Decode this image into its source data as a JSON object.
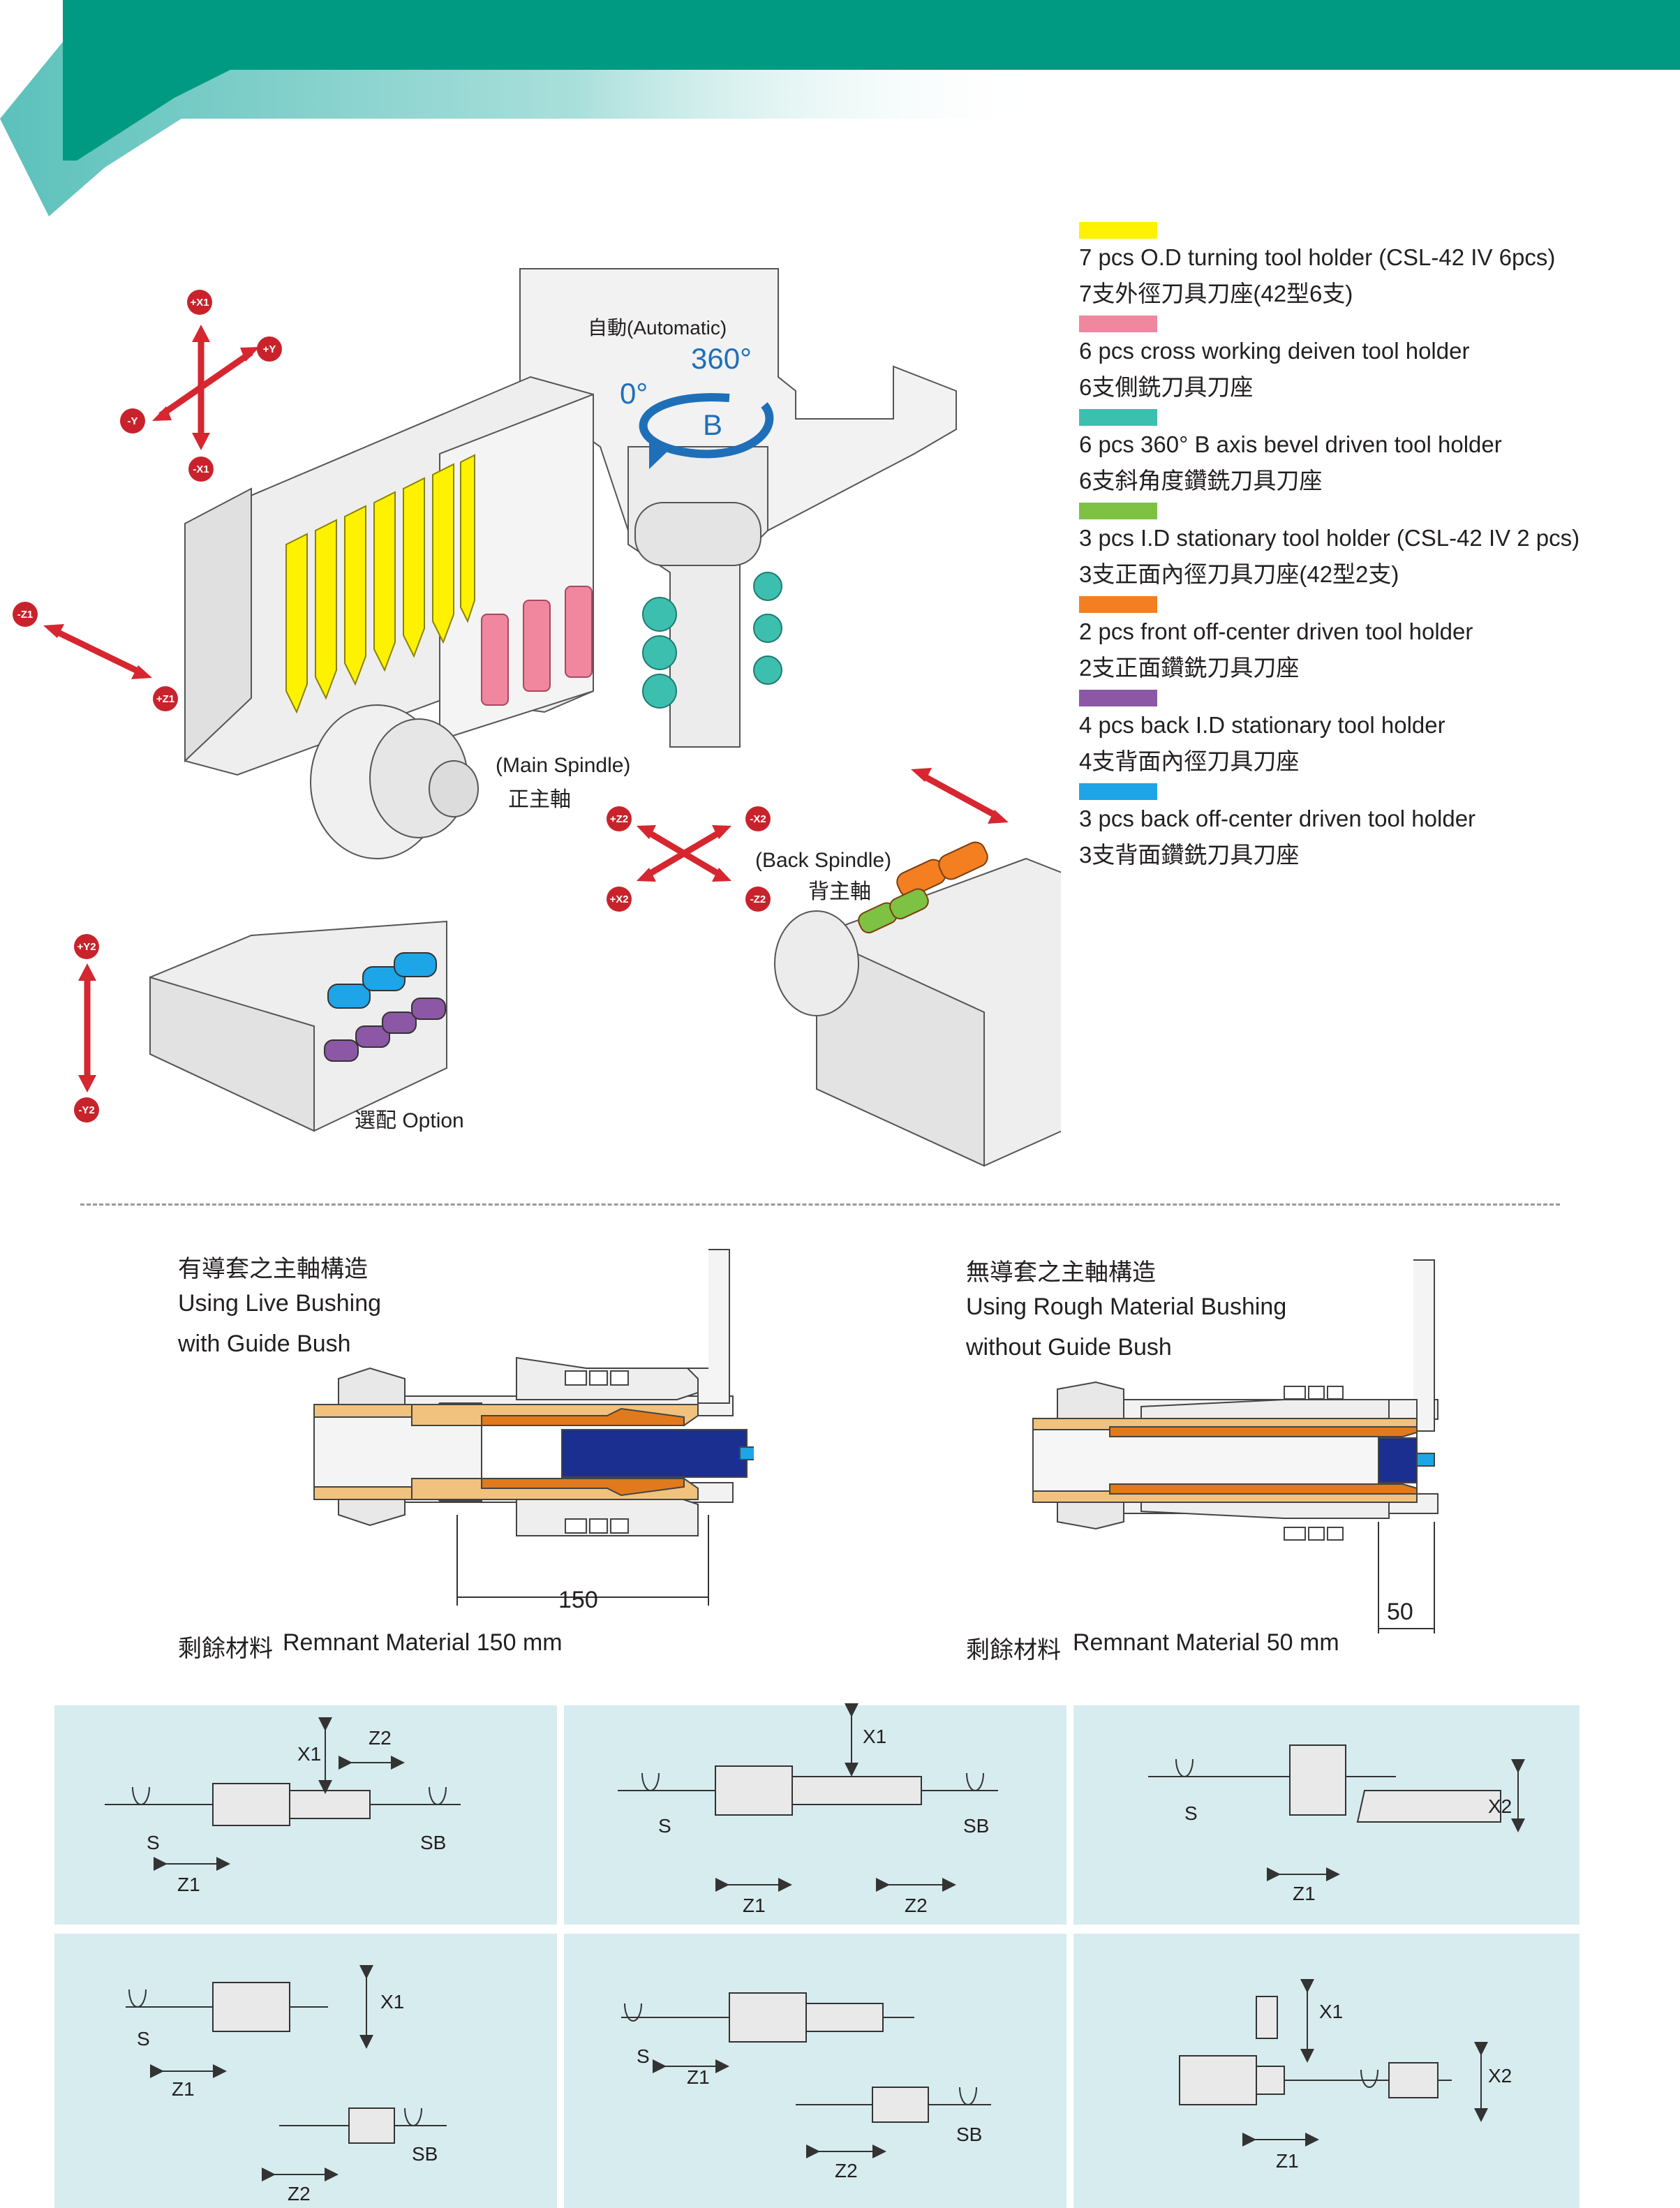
{
  "colors": {
    "header_green": "#009a83",
    "header_teal": "#5cc1bb",
    "axis_red": "#d6262f",
    "rotate_blue": "#1f6fb8",
    "panel_bg": "#d7ecef"
  },
  "legend": [
    {
      "color": "#fff200",
      "en": "7 pcs O.D turning tool holder (CSL-42 IV 6pcs)",
      "zh": "7支外徑刀具刀座(42型6支)"
    },
    {
      "color": "#f0879f",
      "en": "6 pcs cross working deiven tool holder",
      "zh": "6支側銑刀具刀座"
    },
    {
      "color": "#3dbfb0",
      "en": "6 pcs 360° B axis bevel driven tool holder",
      "zh": "6支斜角度鑽銑刀具刀座"
    },
    {
      "color": "#7dc242",
      "en": "3 pcs I.D stationary tool holder (CSL-42 IV 2 pcs)",
      "zh": "3支正面內徑刀具刀座(42型2支)"
    },
    {
      "color": "#f37f20",
      "en": "2 pcs front off-center driven tool holder",
      "zh": "2支正面鑽銑刀具刀座"
    },
    {
      "color": "#8c58a5",
      "en": "4 pcs back I.D stationary tool holder",
      "zh": "4支背面內徑刀具刀座"
    },
    {
      "color": "#1ea5e8",
      "en": "3 pcs back off-center driven tool holder",
      "zh": "3支背面鑽銑刀具刀座"
    }
  ],
  "machine": {
    "automatic": "自動(Automatic)",
    "deg360": "360°",
    "deg0": "0°",
    "b": "B",
    "main_spindle_en": "(Main Spindle)",
    "main_spindle_zh": "正主軸",
    "back_spindle_en": "(Back Spindle)",
    "back_spindle_zh": "背主軸",
    "option": "選配 Option"
  },
  "axes": {
    "px1": "+X1",
    "mx1": "-X1",
    "py": "+Y",
    "my": "-Y",
    "mz1": "-Z1",
    "pz1": "+Z1",
    "pz2": "+Z2",
    "mx2": "-X2",
    "px2": "+X2",
    "mz2": "-Z2",
    "py2": "+Y2",
    "my2": "-Y2"
  },
  "bushing": {
    "left": {
      "zh": "有導套之主軸構造",
      "en1": "Using Live Bushing",
      "en2": "with Guide Bush",
      "dim": "150",
      "rem_zh": "剩餘材料",
      "rem_en": "Remnant Material 150 mm"
    },
    "right": {
      "zh": "無導套之主軸構造",
      "en1": "Using Rough Material Bushing",
      "en2": "without Guide Bush",
      "dim": "50",
      "rem_zh": "剩餘材料",
      "rem_en": "Remnant Material 50 mm"
    }
  },
  "panels": {
    "S": "S",
    "SB": "SB",
    "X1": "X1",
    "X2": "X2",
    "Z1": "Z1",
    "Z2": "Z2"
  }
}
